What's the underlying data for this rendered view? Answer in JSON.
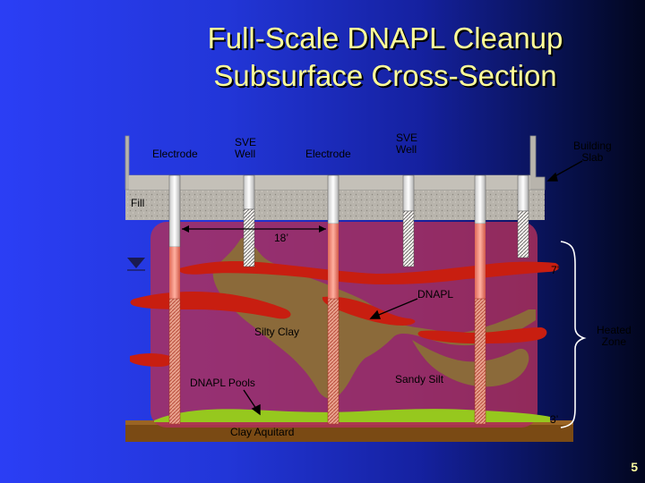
{
  "title": {
    "line1": "Full-Scale DNAPL Cleanup",
    "line2": "Subsurface Cross-Section"
  },
  "labels": {
    "electrode_left": "Electrode",
    "sve_well_left": "SVE\nWell",
    "electrode_mid": "Electrode",
    "sve_well_right": "SVE\nWell",
    "building_slab": "Building\nSlab",
    "fill": "Fill",
    "dim_18": "18’",
    "dim_7": "7’",
    "dnapl": "DNAPL",
    "silty_clay": "Silty Clay",
    "heated_zone": "Heated\nZone",
    "sandy_silt": "Sandy Silt",
    "dnapl_pools": "DNAPL Pools",
    "clay_aquitard": "Clay Aquitard",
    "dim_bottom": "3’"
  },
  "page_number": "5",
  "colors": {
    "title": "#ffff9a",
    "heated_zone": "#b0305a",
    "dnapl": "#c81e10",
    "silt": "#8b6a3a",
    "slab": "#b4b0a8",
    "aquitard": "#7a4a14",
    "pool": "#96c81e"
  }
}
